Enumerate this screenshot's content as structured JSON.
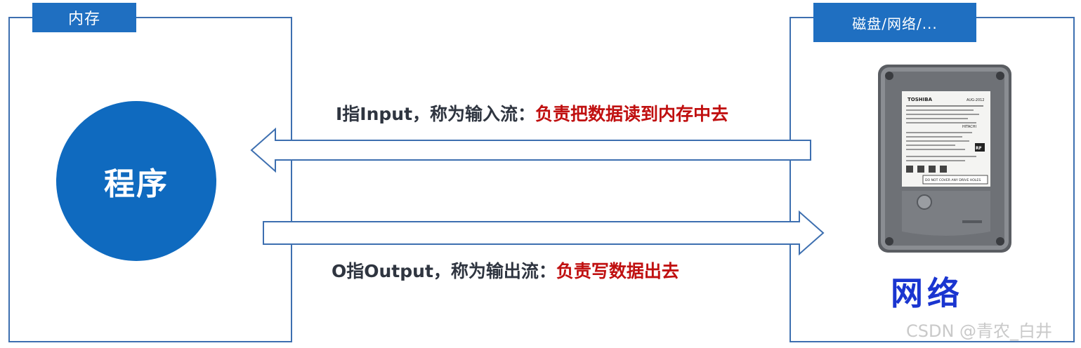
{
  "left_panel": {
    "tag": "内存",
    "circle_label": "程序"
  },
  "right_panel": {
    "tag": "磁盘/网络/...",
    "network_label": "网络"
  },
  "input_caption": {
    "prefix": "I指Input，称为输入流：",
    "highlight": "负责把数据读到内存中去"
  },
  "output_caption": {
    "prefix": "O指Output，称为输出流：",
    "highlight": "负责写数据出去"
  },
  "disk_label": {
    "brand": "TOSHIBA",
    "date": "AUG-2012",
    "warning": "DO NOT COVER ANY DRIVE HOLES",
    "maker": "HITACHI",
    "badge": "RF"
  },
  "watermark": "CSDN @青农_白井",
  "colors": {
    "frame": "#3d6fb0",
    "tag": "#1f6fc1",
    "circle": "#0f6abf",
    "highlight": "#c01010",
    "network": "#1a35d0"
  }
}
